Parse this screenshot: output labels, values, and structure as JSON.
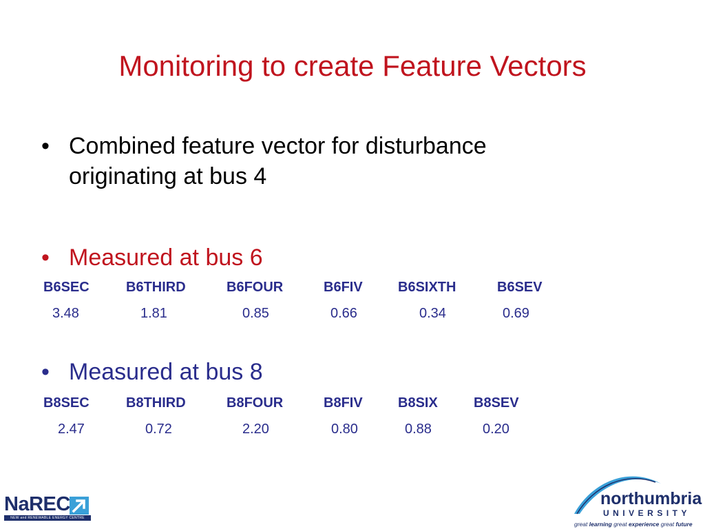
{
  "title": "Monitoring to create Feature Vectors",
  "bullets": [
    {
      "marker": "•",
      "text": "Combined feature vector for disturbance originating at bus 4"
    },
    {
      "marker": "•",
      "text": "Measured at bus 6"
    },
    {
      "marker": "•",
      "text": "Measured at bus 8"
    }
  ],
  "bus6": {
    "headers": [
      "B6SEC",
      "B6THIRD",
      "B6FOUR",
      "B6FIV",
      "B6SIXTH",
      "B6SEV"
    ],
    "values": [
      "3.48",
      "1.81",
      "0.85",
      "0.66",
      "0.34",
      "0.69"
    ]
  },
  "bus8": {
    "headers": [
      "B8SEC",
      "B8THIRD",
      "B8FOUR",
      "B8FIV",
      "B8SIX",
      "B8SEV"
    ],
    "values": [
      "2.47",
      "0.72",
      "2.20",
      "0.80",
      "0.88",
      "0.20"
    ]
  },
  "logos": {
    "narec": {
      "name": "NaREC",
      "tagline": "NEW and RENEWABLE ENERGY CENTRE"
    },
    "northumbria": {
      "name": "northumbria",
      "university": "UNIVERSITY",
      "tagline": [
        "great",
        "learning",
        "great",
        "experience",
        "great",
        "future"
      ]
    }
  },
  "colors": {
    "title": "#c0141e",
    "bullet_black": "#000000",
    "bullet_red": "#c0141e",
    "table_blue": "#2a2d8c",
    "logo_navy": "#1e2f6b",
    "logo_arrow": "#3aa0d8"
  }
}
